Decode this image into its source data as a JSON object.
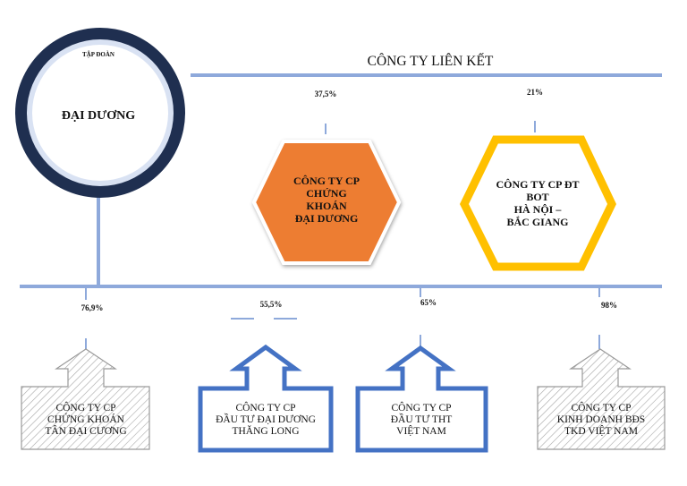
{
  "parent": {
    "small_label": "TẬP ĐOÀN",
    "name": "ĐẠI DƯƠNG"
  },
  "associates": {
    "title": "CÔNG TY LIÊN KẾT",
    "items": [
      {
        "percent": "37,5%",
        "lines": [
          "CÔNG TY CP",
          "CHỨNG",
          "KHOÁN",
          "ĐẠI DƯƠNG"
        ]
      },
      {
        "percent": "21%",
        "lines": [
          "CÔNG TY CP ĐT",
          "BOT",
          "HÀ NỘI –",
          "BẮC GIANG"
        ]
      }
    ]
  },
  "subsidiaries": [
    {
      "percent": "76,9%",
      "lines": [
        "CÔNG TY CP",
        "CHỨNG KHOÁN",
        "TÂN ĐẠI CƯƠNG"
      ]
    },
    {
      "percent": "55,5%",
      "lines": [
        "CÔNG TY CP",
        "ĐẦU TƯ ĐẠI DƯƠNG",
        "THĂNG LONG"
      ]
    },
    {
      "percent": "65%",
      "lines": [
        "CÔNG TY CP",
        "ĐẦU TƯ THT",
        "VIỆT NAM"
      ]
    },
    {
      "percent": "98%",
      "lines": [
        "CÔNG TY CP",
        "KINH DOANH BĐS",
        "TKD VIỆT NAM"
      ]
    }
  ],
  "colors": {
    "line": "#8ea9db",
    "navy": "#1f2f50",
    "orange": "#ed7d31",
    "gold": "#ffc000",
    "blue": "#4472c4",
    "hatch": "#9a9a9a"
  }
}
